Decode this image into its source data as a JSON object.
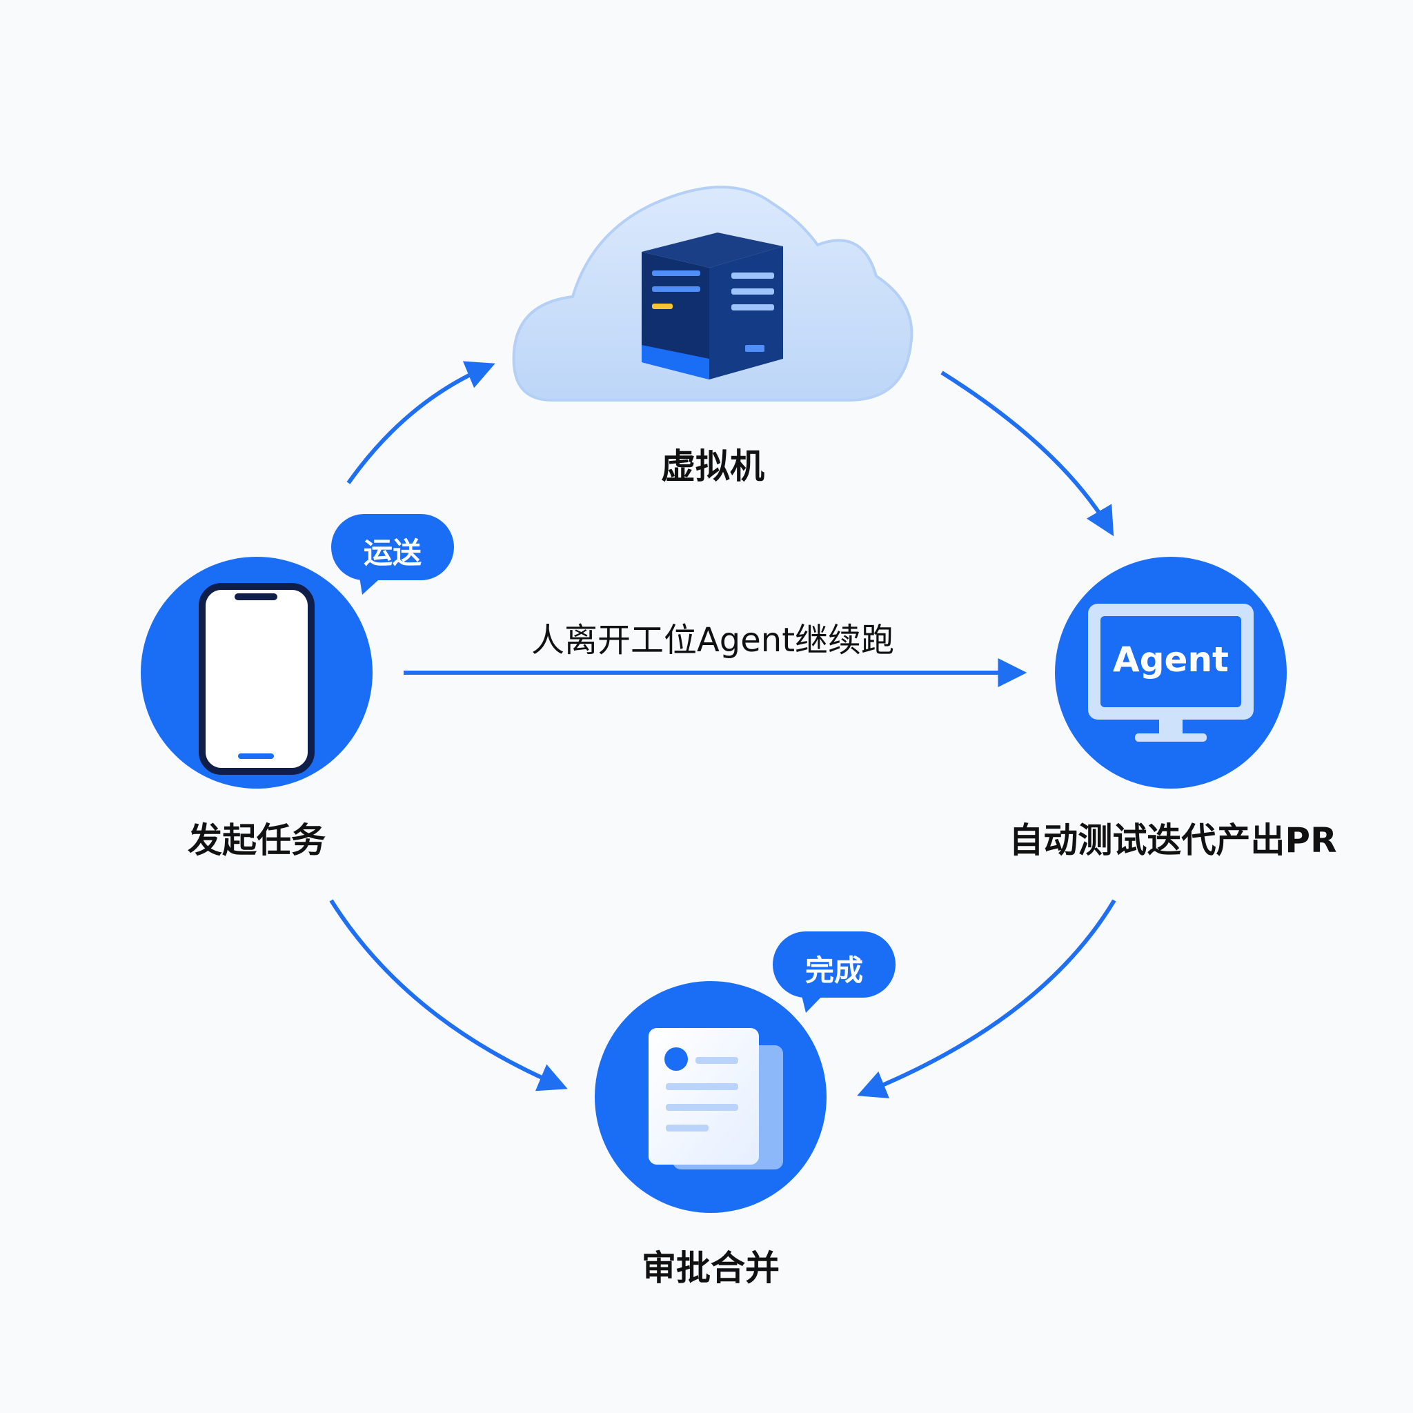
{
  "nodes": {
    "vm": {
      "label": "虚拟机",
      "icon": "cloud-server-icon"
    },
    "start": {
      "label": "发起任务",
      "icon": "smartphone-icon"
    },
    "agent": {
      "label": "自动测试迭代产出PR",
      "icon": "monitor-icon",
      "screen_text": "Agent"
    },
    "review": {
      "label": "审批合并",
      "icon": "document-icon"
    }
  },
  "bubbles": {
    "deliver": "运送",
    "done": "完成"
  },
  "center_caption": "人离开工位Agent继续跑",
  "colors": {
    "primary": "#1a6ef5",
    "arrow": "#1f6ff2",
    "cloud": "#cfe2fb",
    "server": "#0f2f6e",
    "text": "#111111"
  }
}
